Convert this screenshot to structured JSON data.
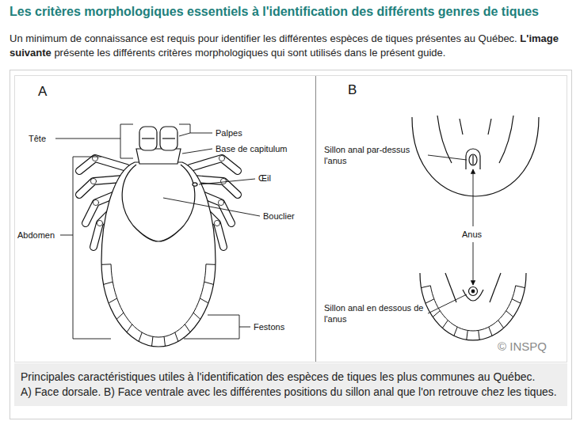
{
  "diagram": {
    "title": "Les critères morphologiques essentiels à l'identification des différents genres de tiques",
    "caption": "Principales caractéristiques utiles à l'identification des espèces de tiques les plus communes au Québec.",
    "labels": [
      "Un minimum de connaissance est requis pour identifier les différentes espèces de tiques présentes au Québec.",
      "L'image suivante",
      "présente les différents critères morphologiques qui sont utilisés dans le présent guide.",
      "A",
      "Tête",
      "Palpes",
      "Base de capitulum",
      "Œil",
      "Bouclier",
      "Abdomen",
      "Festons",
      "B",
      "Sillon anal par-dessus l'anus",
      "Anus",
      "Sillon anal en dessous de l'anus",
      "© INSPQ",
      "A) Face dorsale. B) Face ventrale avec les différentes positions du sillon anal que l'on retrouve chez les tiques."
    ]
  }
}
